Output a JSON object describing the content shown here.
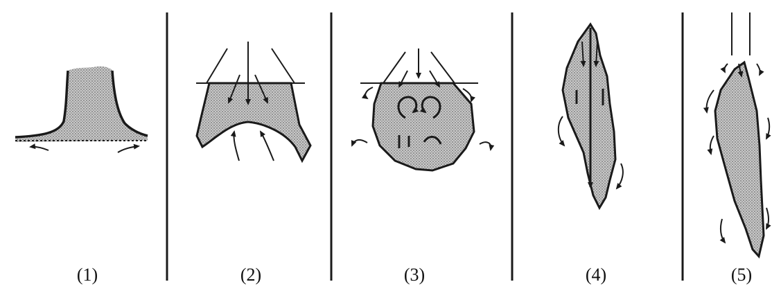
{
  "panels": [
    {
      "label": "(1)"
    },
    {
      "label": "(2)"
    },
    {
      "label": "(3)"
    },
    {
      "label": "(4)"
    },
    {
      "label": "(5)"
    }
  ],
  "colors": {
    "ink": "#1a1a1a",
    "fill": "#bdbdbd",
    "background": "#ffffff"
  }
}
